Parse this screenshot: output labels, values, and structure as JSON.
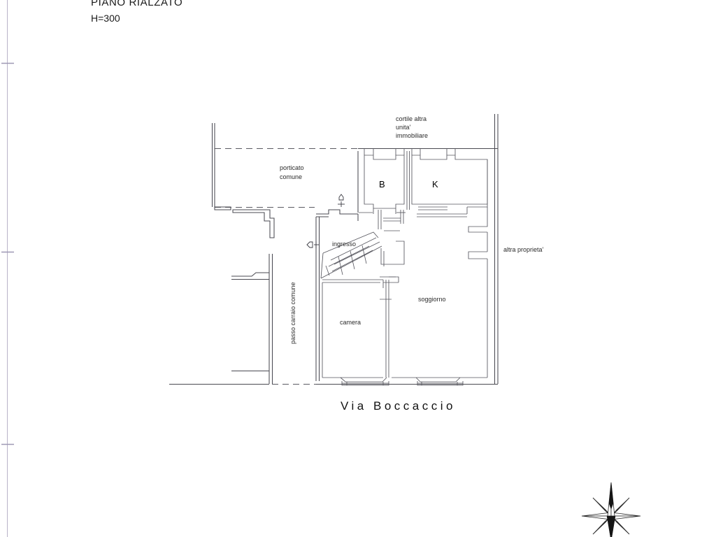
{
  "document": {
    "title": "PIANO RIALZATO",
    "height_note": "H=300"
  },
  "plan": {
    "street_label": "Via Boccaccio",
    "areas": [
      {
        "id": "cortile",
        "label": "cortile altra\nunita'\nimmobiliare",
        "lines": [
          "cortile altra",
          "unita'",
          "immobiliare"
        ]
      },
      {
        "id": "porticato",
        "label": "porticato comune",
        "lines": [
          "porticato",
          "comune"
        ]
      },
      {
        "id": "bagno",
        "label": "B"
      },
      {
        "id": "cucina",
        "label": "K"
      },
      {
        "id": "ingresso",
        "label": "ingresso"
      },
      {
        "id": "soggiorno",
        "label": "soggiorno"
      },
      {
        "id": "camera",
        "label": "camera"
      },
      {
        "id": "passo",
        "label": "passo carraio comune"
      },
      {
        "id": "altra-prop",
        "label": "altra proprieta'"
      }
    ],
    "labels": {
      "cortile_l1": "cortile altra",
      "cortile_l2": "unita'",
      "cortile_l3": "immobiliare",
      "porticato_l1": "porticato",
      "porticato_l2": "comune",
      "bagno": "B",
      "cucina": "K",
      "ingresso": "ingresso",
      "soggiorno": "soggiorno",
      "camera": "camera",
      "passo_carraio": "passo carraio comune",
      "altra_proprieta": "altra proprieta'"
    },
    "compass": {
      "name": "compass-rose",
      "points": 8
    }
  },
  "colors": {
    "wall_stroke": "#4a4a52",
    "background": "#ffffff",
    "text": "#2b2b2b",
    "ruler": "#b9b3c9"
  }
}
